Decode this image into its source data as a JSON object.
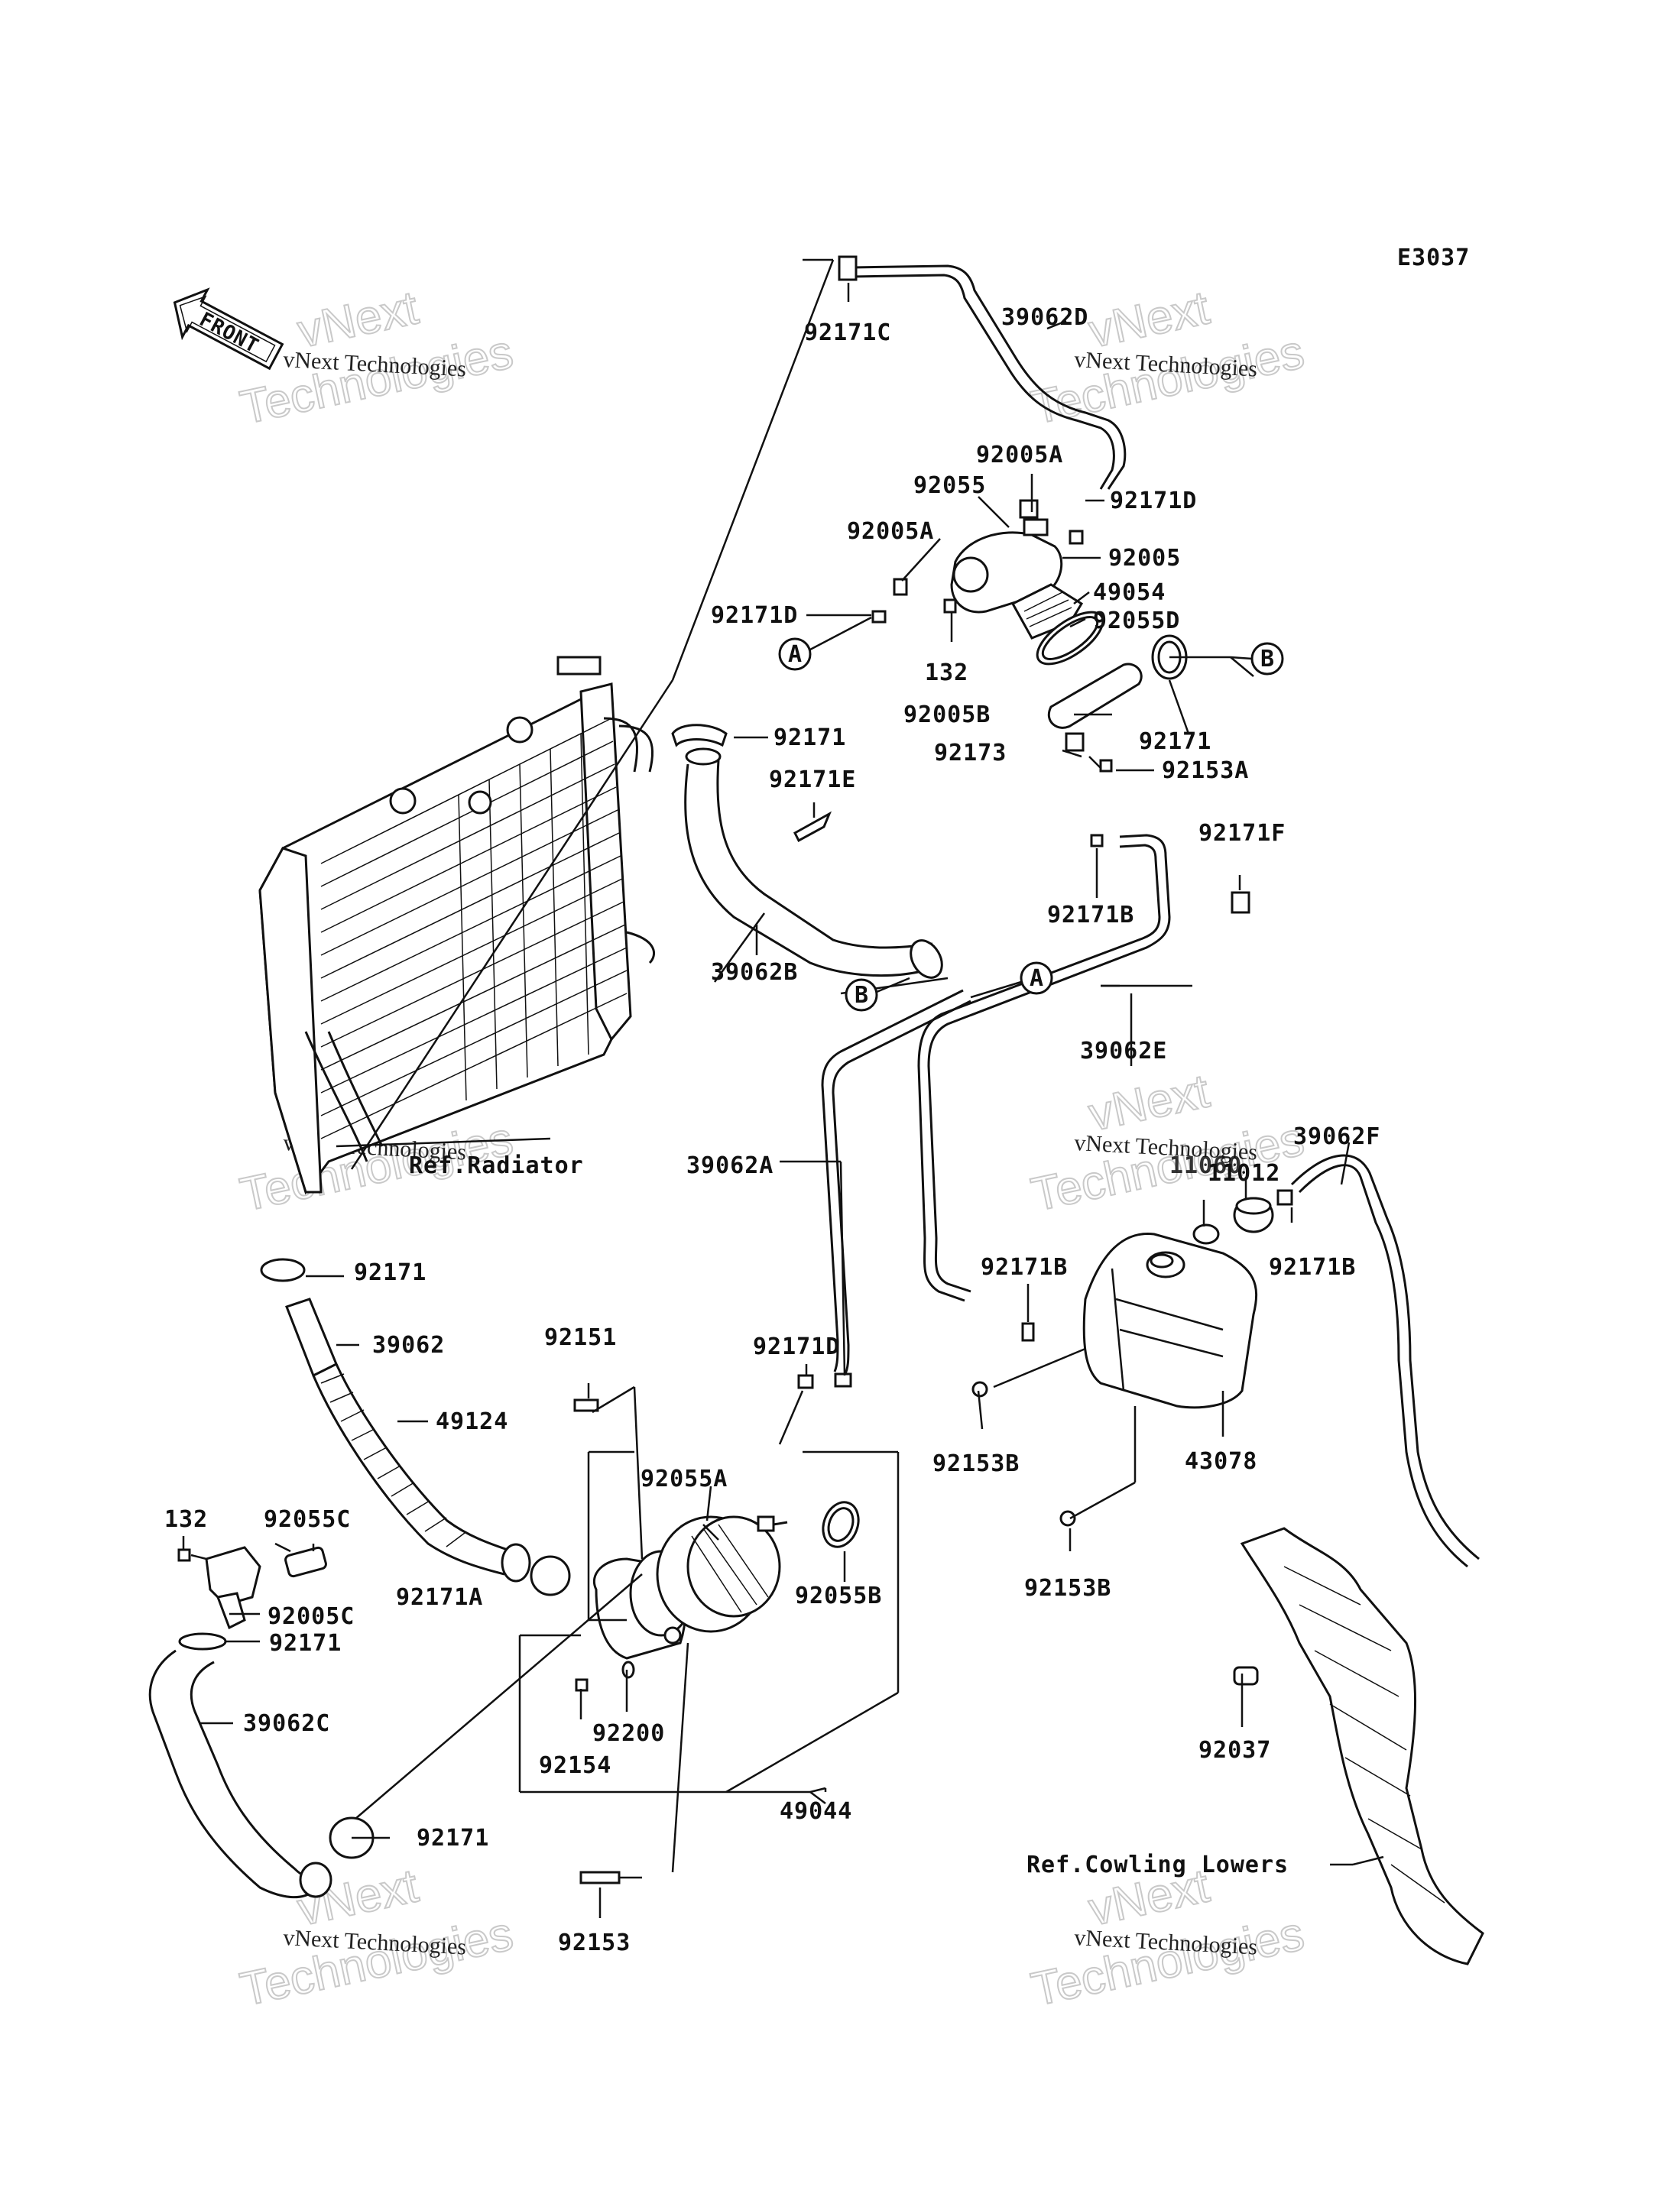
{
  "diagram_code": "E3037",
  "front_label": "FRONT",
  "watermark": {
    "line1": "vNext Technologies",
    "line2": "vNext",
    "line3": "Technologies"
  },
  "labels": [
    {
      "id": "92171C",
      "text": "92171C"
    },
    {
      "id": "39062D",
      "text": "39062D"
    },
    {
      "id": "92005A-top",
      "text": "92005A"
    },
    {
      "id": "92055",
      "text": "92055"
    },
    {
      "id": "92171D-top",
      "text": "92171D"
    },
    {
      "id": "92005A-left",
      "text": "92005A"
    },
    {
      "id": "92005",
      "text": "92005"
    },
    {
      "id": "49054",
      "text": "49054"
    },
    {
      "id": "92171D-left",
      "text": "92171D"
    },
    {
      "id": "92055D",
      "text": "92055D"
    },
    {
      "id": "132-top",
      "text": "132"
    },
    {
      "id": "92005B",
      "text": "92005B"
    },
    {
      "id": "92171-top",
      "text": "92171"
    },
    {
      "id": "92171-right",
      "text": "92171"
    },
    {
      "id": "92173",
      "text": "92173"
    },
    {
      "id": "92153A",
      "text": "92153A"
    },
    {
      "id": "92171E",
      "text": "92171E"
    },
    {
      "id": "92171F",
      "text": "92171F"
    },
    {
      "id": "92171B-top",
      "text": "92171B"
    },
    {
      "id": "39062B",
      "text": "39062B"
    },
    {
      "id": "39062E",
      "text": "39062E"
    },
    {
      "id": "39062F",
      "text": "39062F"
    },
    {
      "id": "11012",
      "text": "11012"
    },
    {
      "id": "11060",
      "text": "11060"
    },
    {
      "id": "39062A",
      "text": "39062A"
    },
    {
      "id": "ref-radiator",
      "text": "Ref.Radiator"
    },
    {
      "id": "92171B-mid",
      "text": "92171B"
    },
    {
      "id": "92171B-right",
      "text": "92171B"
    },
    {
      "id": "92171-mid",
      "text": "92171"
    },
    {
      "id": "39062",
      "text": "39062"
    },
    {
      "id": "92151",
      "text": "92151"
    },
    {
      "id": "92171D-bottom",
      "text": "92171D"
    },
    {
      "id": "92153B-top",
      "text": "92153B"
    },
    {
      "id": "43078",
      "text": "43078"
    },
    {
      "id": "49124",
      "text": "49124"
    },
    {
      "id": "132-bottom",
      "text": "132"
    },
    {
      "id": "92055C",
      "text": "92055C"
    },
    {
      "id": "92055A",
      "text": "92055A"
    },
    {
      "id": "92153B-bottom",
      "text": "92153B"
    },
    {
      "id": "92171A",
      "text": "92171A"
    },
    {
      "id": "92055B",
      "text": "92055B"
    },
    {
      "id": "92005C",
      "text": "92005C"
    },
    {
      "id": "92171-lower",
      "text": "92171"
    },
    {
      "id": "39062C",
      "text": "39062C"
    },
    {
      "id": "92200",
      "text": "92200"
    },
    {
      "id": "92154",
      "text": "92154"
    },
    {
      "id": "92037",
      "text": "92037"
    },
    {
      "id": "49044",
      "text": "49044"
    },
    {
      "id": "92171-bottom",
      "text": "92171"
    },
    {
      "id": "ref-cowling",
      "text": "Ref.Cowling Lowers"
    },
    {
      "id": "92153",
      "text": "92153"
    }
  ],
  "callouts": {
    "a1": "A",
    "a2": "A",
    "b1": "B",
    "b2": "B"
  }
}
